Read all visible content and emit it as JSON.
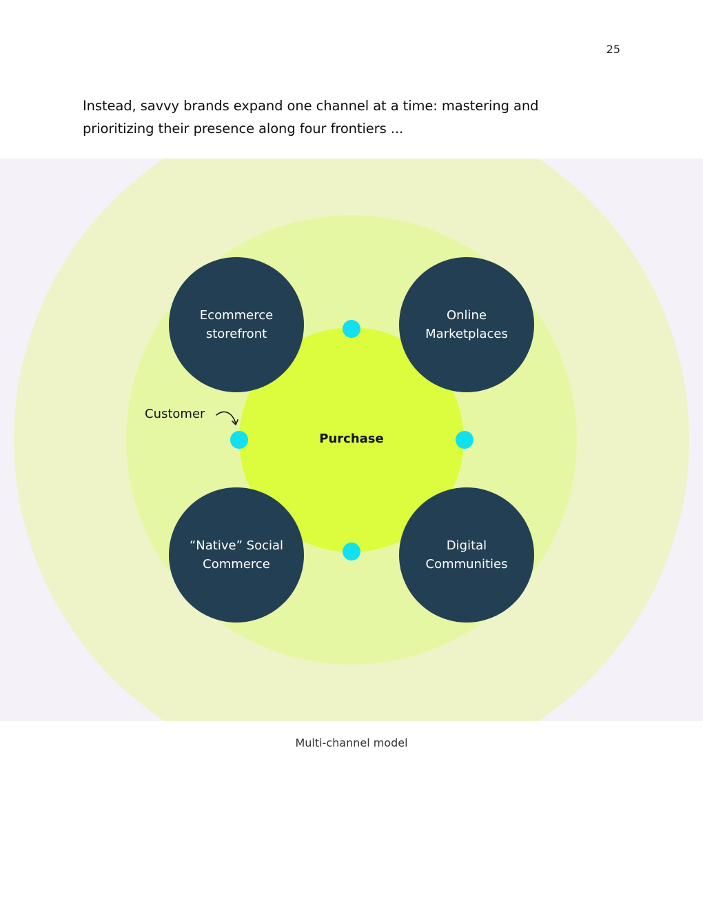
{
  "page": {
    "number": "25",
    "intro_text": "Instead, savvy brands expand one channel at a time: mastering and prioritizing their presence along four frontiers ..."
  },
  "diagram": {
    "center_label": "Purchase",
    "customer_label": "Customer",
    "channels": [
      {
        "label": "Ecommerce storefront"
      },
      {
        "label": "Online Marketplaces"
      },
      {
        "label": "“Native” Social Commerce"
      },
      {
        "label": "Digital Communities"
      }
    ],
    "colors": {
      "background": "#f4f2f8",
      "outer_ring": "#eef4c8",
      "middle_ring": "#e6f7a4",
      "inner_circle": "#dcfc3e",
      "channel_fill": "#233f54",
      "touchpoint": "#12e0ef"
    },
    "caption": "Multi-channel model"
  }
}
